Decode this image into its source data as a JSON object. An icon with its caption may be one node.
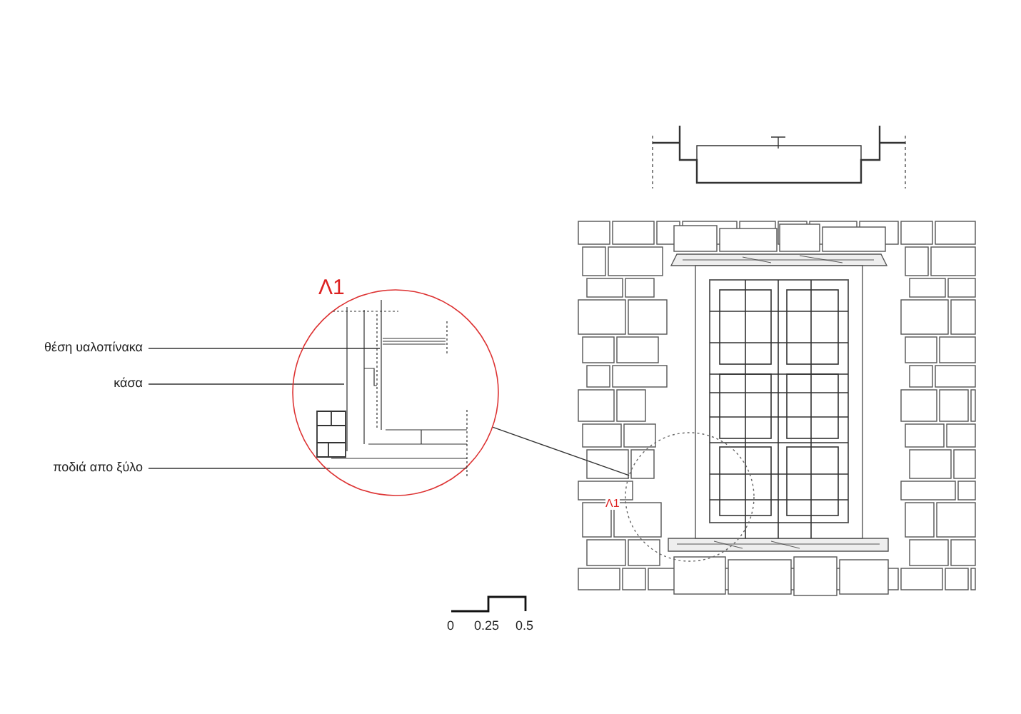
{
  "diagram": {
    "nodes": [
      {
        "text": [
          "θέση υαλοπίνακα"
        ]
      },
      {
        "text": [
          "κάσα"
        ]
      },
      {
        "text": [
          "ποδιά απο ξύλο"
        ]
      },
      {
        "text": [
          "Λ1"
        ]
      },
      {
        "text": [
          "Λ1"
        ]
      },
      {
        "text": [],
        "shape": "picture",
        "in": 3
      },
      {
        "text": [],
        "shape": "picture",
        "in": 3
      },
      {
        "text": [],
        "shape": "picture",
        "in": 3
      }
    ],
    "edges": [
      {
        "from": 0,
        "to": 5,
        "arrow": "none"
      },
      {
        "from": 1,
        "to": 6,
        "arrow": "none"
      },
      {
        "from": 2,
        "to": 7,
        "arrow": "none"
      },
      {
        "from": 4,
        "to": 3,
        "arrow": "none"
      }
    ],
    "labels": [
      "0",
      "0.25",
      "0.5"
    ]
  }
}
